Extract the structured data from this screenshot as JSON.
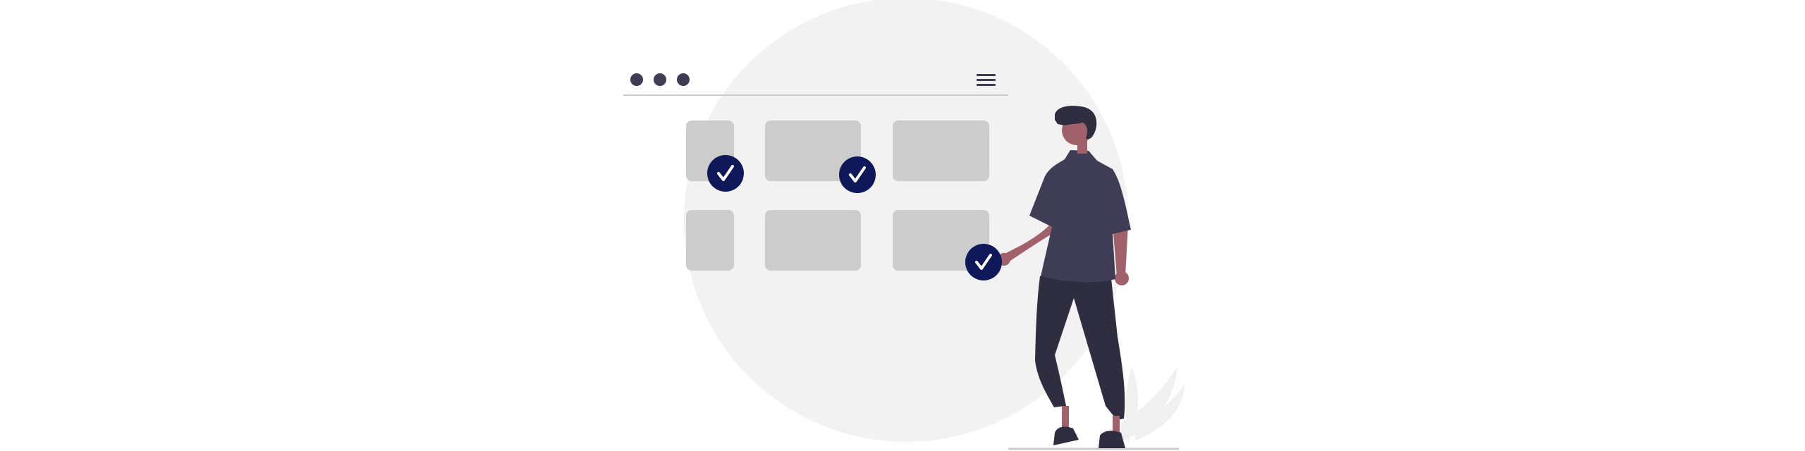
{
  "illustration": {
    "subject": "person-checking-tasks",
    "colors": {
      "background": "#ffffff",
      "circle": "#f2f2f2",
      "plant": "#f0f0f0",
      "card": "#cccccc",
      "window_line": "#cccccc",
      "window_dots": "#3f3d56",
      "check_badge": "#0f1859",
      "check_mark": "#ffffff",
      "skin": "#a0616a",
      "hair": "#2f2e41",
      "shirt": "#3f3d56",
      "pants": "#2f2e41",
      "shoes": "#2f2e41",
      "ground": "#cccccc"
    },
    "icons": {
      "window_controls": "three-dots-icon",
      "menu": "hamburger-menu-icon",
      "check": "check-circle-icon"
    },
    "cards_total": 6,
    "checked_cards": 3
  }
}
